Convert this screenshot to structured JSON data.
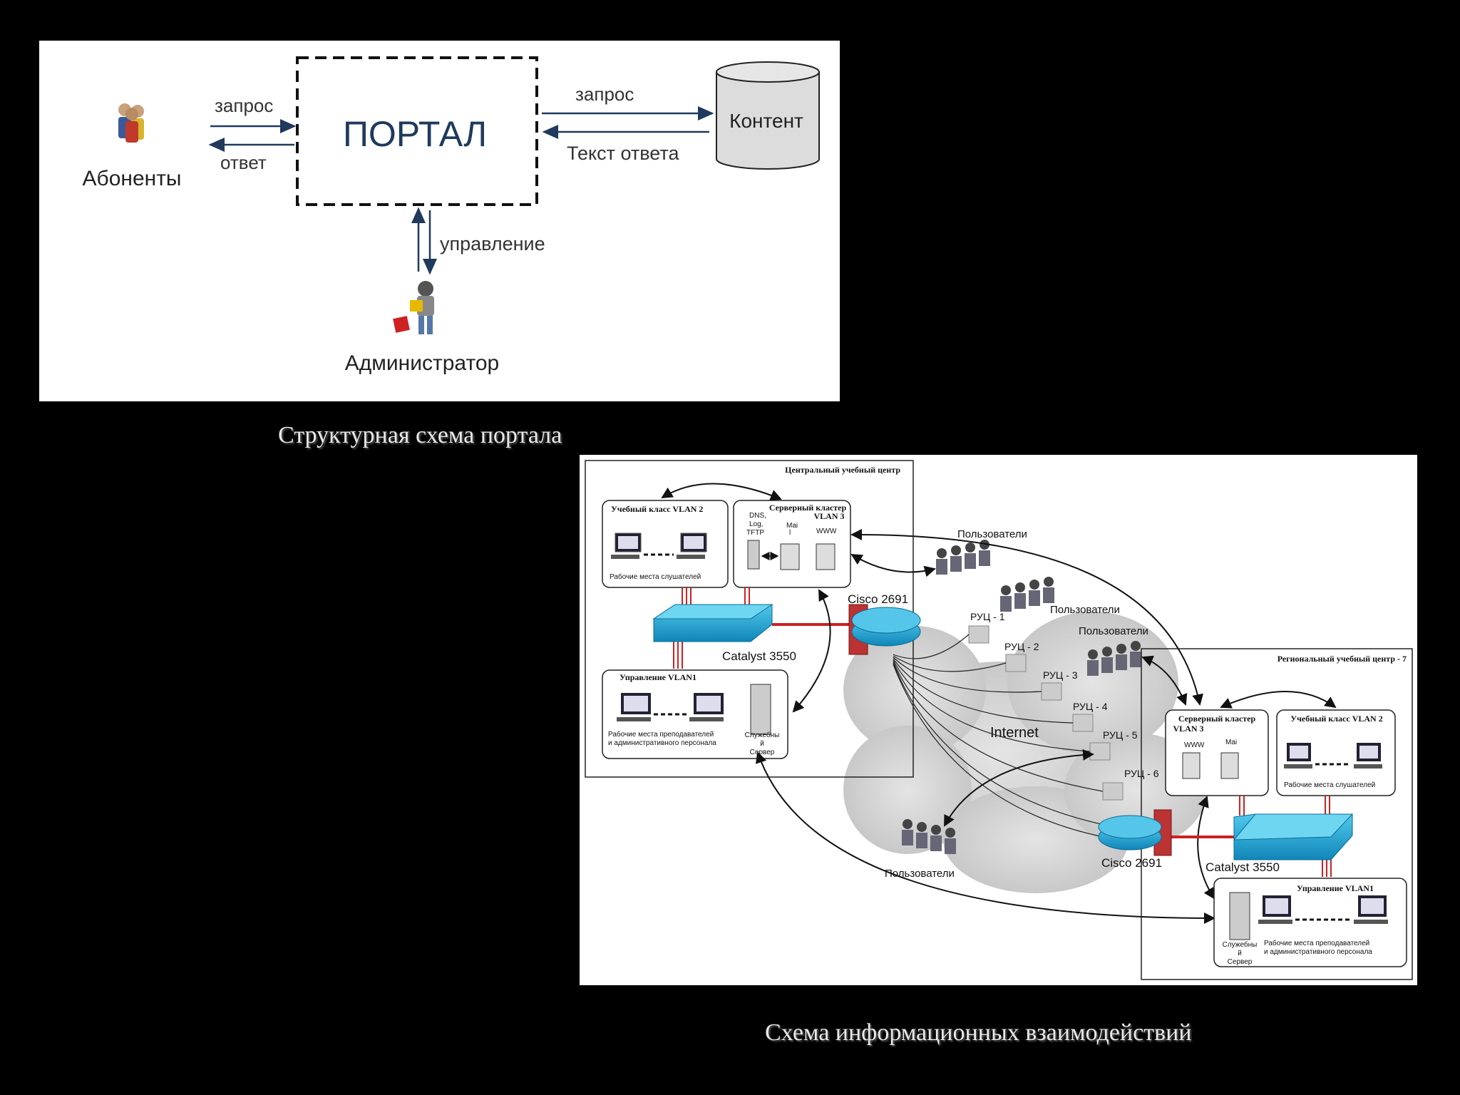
{
  "portal_diagram": {
    "subscribers_label": "Абоненты",
    "request_label": "запрос",
    "response_label": "ответ",
    "portal_label": "ПОРТАЛ",
    "request_content_label": "запрос",
    "content_label": "Контент",
    "response_text_label": "Текст ответа",
    "management_label": "управление",
    "admin_label": "Администратор"
  },
  "network_diagram": {
    "central_center_title": "Центральный учебный центр",
    "classroom_vlan2": "Учебный класс VLAN 2",
    "server_cluster_line1": "Серверный кластер",
    "server_cluster_line2": "VLAN 3",
    "dns": "DNS,",
    "log": "Log,",
    "tftp": "TFTP",
    "mail_line1": "Mai",
    "mail_line2": "l",
    "www": "WWW",
    "student_workstations": "Рабочие места слушателей",
    "cisco_central": "Cisco 2691",
    "catalyst_central": "Catalyst 3550",
    "management_vlan1": "Управление VLAN1",
    "teacher_workstations_line1": "Рабочие места преподавателей",
    "teacher_workstations_line2": "и административного персонала",
    "service_server_line1": "Служебны",
    "service_server_line2": "й",
    "service_server_line3": "Сервер",
    "users_top": "Пользователи",
    "users_mid": "Пользователи",
    "users_right": "Пользователи",
    "users_bottom": "Пользователи",
    "ruc1": "РУЦ - 1",
    "ruc2": "РУЦ - 2",
    "ruc3": "РУЦ - 3",
    "ruc4": "РУЦ - 4",
    "ruc5": "РУЦ - 5",
    "ruc6": "РУЦ - 6",
    "internet": "Internet",
    "regional_center_title": "Региональный учебный центр - 7",
    "r_server_cluster_line1": "Серверный кластер",
    "r_server_cluster_line2": "VLAN 3",
    "r_www": "WWW",
    "r_mail": "Mai",
    "r_classroom_vlan2": "Учебный класс VLAN 2",
    "r_student_workstations": "Рабочие места слушателей",
    "cisco_regional": "Cisco 2691",
    "catalyst_regional": "Catalyst 3550",
    "r_management_vlan1": "Управление VLAN1",
    "r_service_server_line1": "Служебны",
    "r_service_server_line2": "й",
    "r_service_server_line3": "Сервер",
    "r_teacher_workstations_line1": "Рабочие места преподавателей",
    "r_teacher_workstations_line2": "и административного персонала"
  },
  "captions": {
    "portal": "Структурная схема портала",
    "network": "Схема информационных взаимодействий"
  },
  "colors": {
    "arrow": "#1f3a5c",
    "portal_text": "#1f3a5c",
    "switch_blue": "#1aa6d6",
    "link_red": "#cc2222"
  }
}
